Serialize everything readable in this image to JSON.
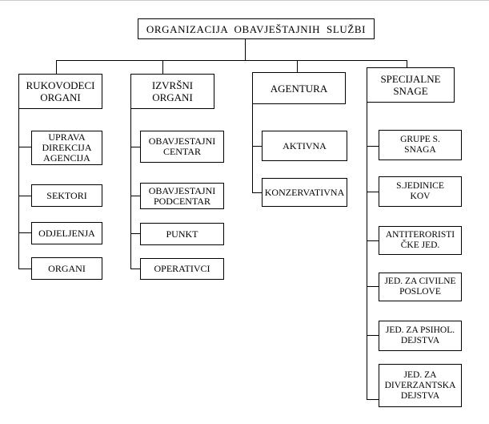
{
  "style": {
    "background": "#ffffff",
    "line_color": "#000000",
    "text_color": "#000000",
    "top_rule_color": "#c9c9c9"
  },
  "chart": {
    "type": "org-chart",
    "title": "ORGANIZACIJA OBAVJEŠTAJNIH SLUŽBI",
    "columns": [
      {
        "header": "RUKOVODECI\nORGANI",
        "children": [
          "UPRAVA\nDIREKCIJA\nAGENCIJA",
          "SEKTORI",
          "ODJELJENJA",
          "ORGANI"
        ]
      },
      {
        "header": "IZVRŠNI\nORGANI",
        "children": [
          "OBAVJESTAJNI\nCENTAR",
          "OBAVJESTAJNI\nPODCENTAR",
          "PUNKT",
          "OPERATIVCI"
        ]
      },
      {
        "header": "AGENTURA",
        "children": [
          "AKTIVNA",
          "KONZERVATIVNA"
        ]
      },
      {
        "header": "SPECIJALNE\nSNAGE",
        "children": [
          "GRUPE S.\nSNAGA",
          "S.JEDINICE\nKOV",
          "ANTITERORISTI\nČKE JED.",
          "JED. ZA CIVILNE\nPOSLOVE",
          "JED. ZA PSIHOL.\nDEJSTVA",
          "JED. ZA\nDIVERZANTSKA\nDEJSTVA"
        ]
      }
    ]
  }
}
